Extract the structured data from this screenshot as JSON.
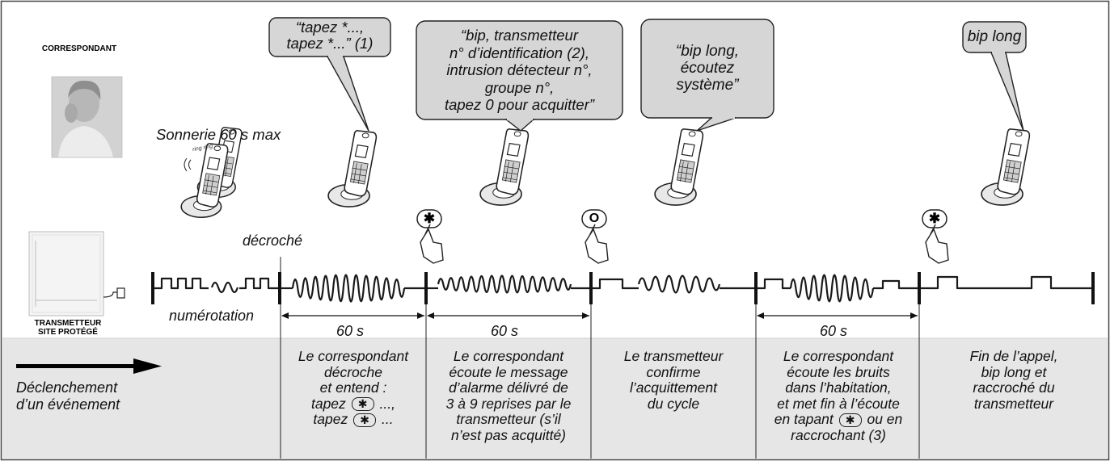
{
  "labels": {
    "correspondant": "CORRESPONDANT",
    "transmetteur": "TRANSMETTEUR\nSITE PROTÉGÉ",
    "sonnerie": "Sonnerie 60 s max",
    "decroche": "décroché",
    "numerotation": "numérotation",
    "phone_ring_text": "ring ring",
    "event": "Déclenchement\nd’un événement"
  },
  "bubbles": [
    {
      "id": "b1",
      "text": "“tapez *...,\ntapez *...” (1)"
    },
    {
      "id": "b2",
      "text": "“bip, transmetteur\nn° d’identification (2),\nintrusion détecteur n°,\ngroupe n°,\ntapez 0 pour acquitter”"
    },
    {
      "id": "b3",
      "text": "“bip long,\nécoutez\nsystème”"
    },
    {
      "id": "b4",
      "text": "bip long"
    }
  ],
  "keys": [
    "✱",
    "O",
    "✱"
  ],
  "inline_key_symbol": "✱",
  "durations": [
    "60 s",
    "60 s",
    "60 s"
  ],
  "steps": {
    "s1": {
      "l1": "Le correspondant",
      "l2": "décroche",
      "l3": "et entend :",
      "l4a": "tapez",
      "l4b": "...,",
      "l5a": "tapez",
      "l5b": "..."
    },
    "s2": "Le correspondant\nécoute le message\nd’alarme délivré de\n3 à 9 reprises par le\ntransmetteur (s’il\nn’est pas acquitté)",
    "s3": "Le transmetteur\nconfirme\nl’acquittement\ndu cycle",
    "s4": {
      "l1": "Le correspondant",
      "l2": "écoute les bruits",
      "l3": "dans l’habitation,",
      "l4": "et met fin à l’écoute",
      "l5a": "en tapant",
      "l5b": "ou en",
      "l6": "raccrochant (3)"
    },
    "s5": "Fin de l’appel,\nbip long et\nraccroché du\ntransmetteur"
  },
  "colors": {
    "panel": "#e6e6e6",
    "bubble": "#d6d6d6",
    "ink": "#111111"
  }
}
